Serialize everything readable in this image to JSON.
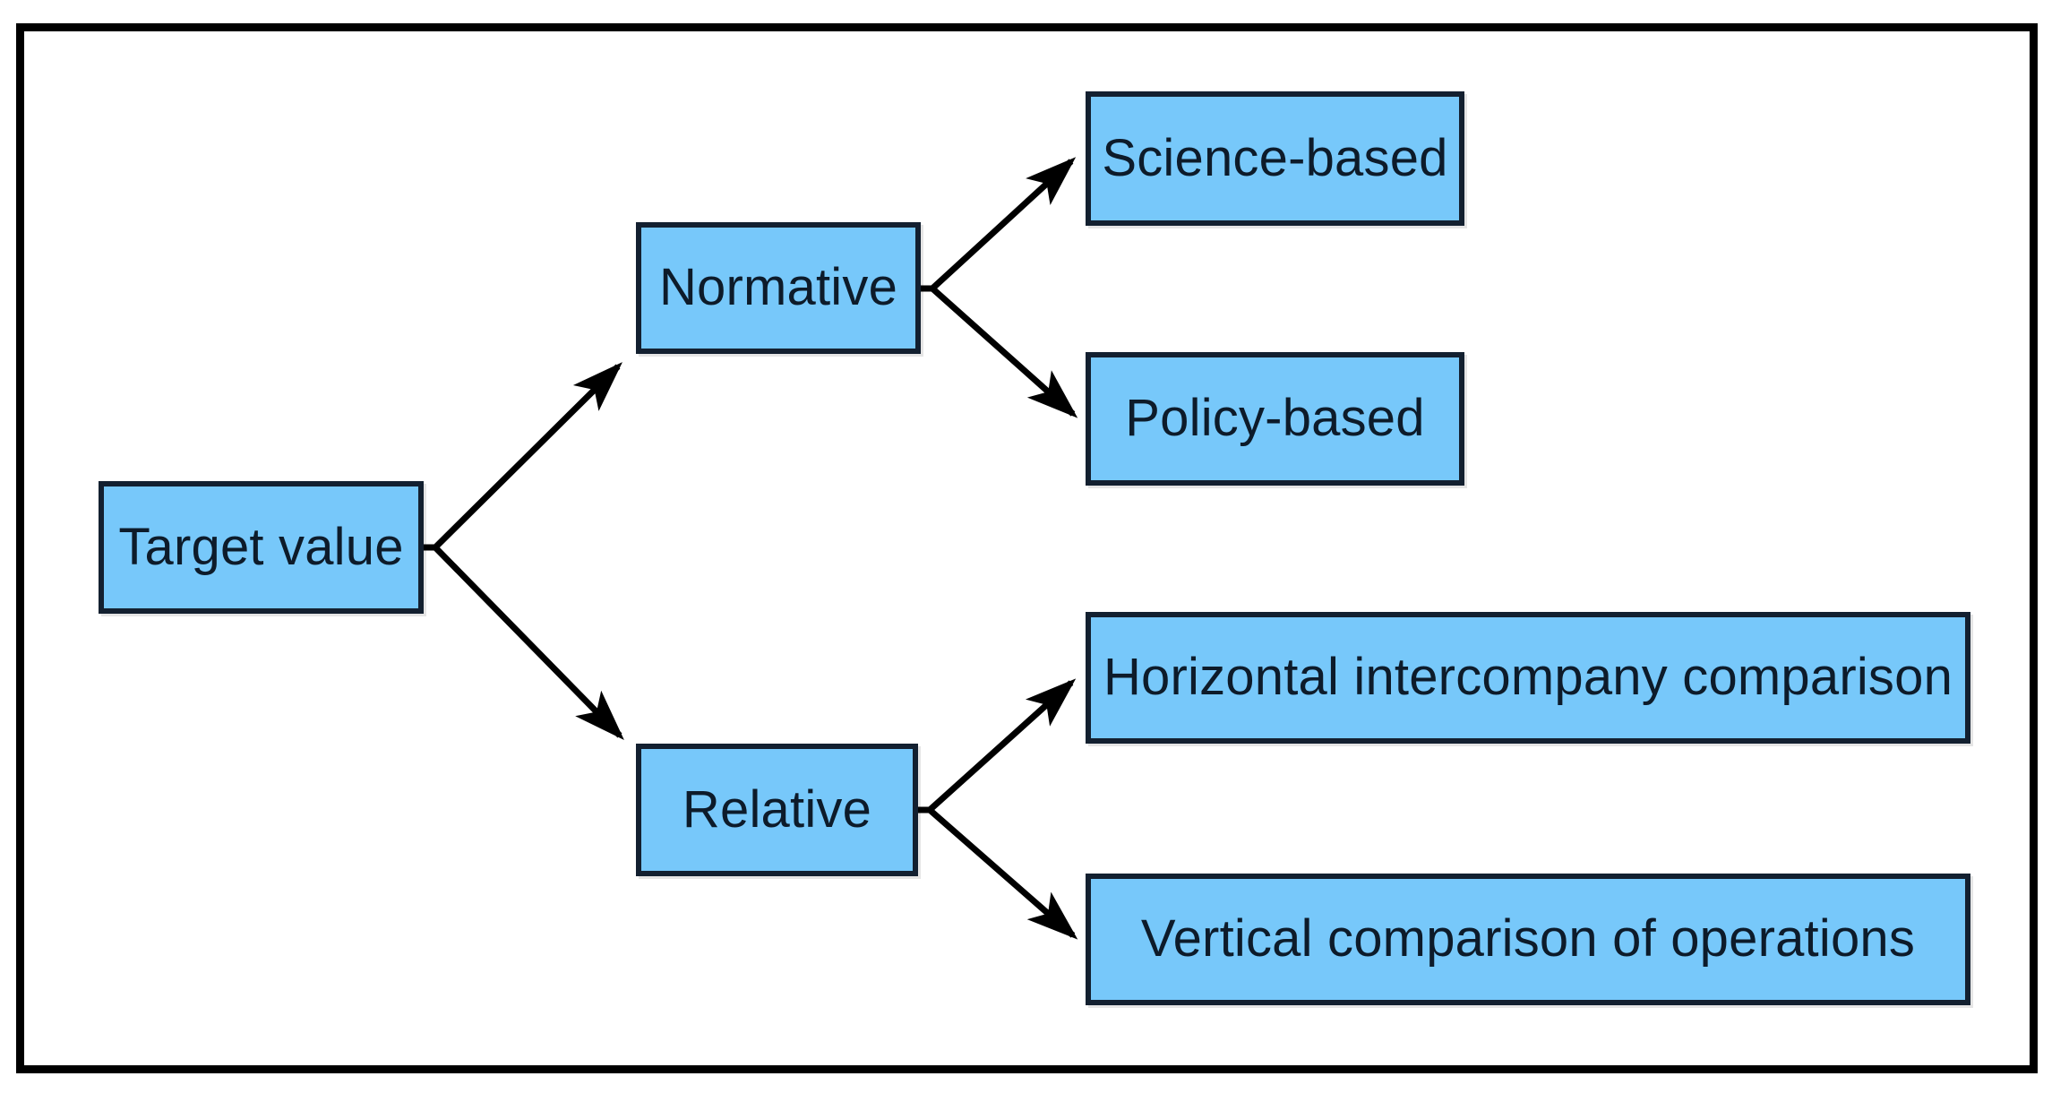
{
  "diagram": {
    "type": "tree",
    "orientation": "left-to-right",
    "frame": {
      "border_color": "#000000",
      "background": "#ffffff"
    },
    "node_style": {
      "fill": "#77c8fa",
      "border": "#132030",
      "text_color": "#0d1b2a"
    },
    "connector_style": {
      "color": "#000000",
      "arrowhead": "filled-triangle"
    },
    "nodes": [
      {
        "id": "target-value",
        "label": "Target value",
        "level": 0
      },
      {
        "id": "normative",
        "label": "Normative",
        "level": 1
      },
      {
        "id": "relative",
        "label": "Relative",
        "level": 1
      },
      {
        "id": "science-based",
        "label": "Science-based",
        "level": 2
      },
      {
        "id": "policy-based",
        "label": "Policy-based",
        "level": 2
      },
      {
        "id": "horizontal",
        "label": "Horizontal intercompany comparison",
        "level": 2
      },
      {
        "id": "vertical",
        "label": "Vertical comparison of operations",
        "level": 2
      }
    ],
    "edges": [
      {
        "from": "target-value",
        "to": "normative"
      },
      {
        "from": "target-value",
        "to": "relative"
      },
      {
        "from": "normative",
        "to": "science-based"
      },
      {
        "from": "normative",
        "to": "policy-based"
      },
      {
        "from": "relative",
        "to": "horizontal"
      },
      {
        "from": "relative",
        "to": "vertical"
      }
    ]
  }
}
